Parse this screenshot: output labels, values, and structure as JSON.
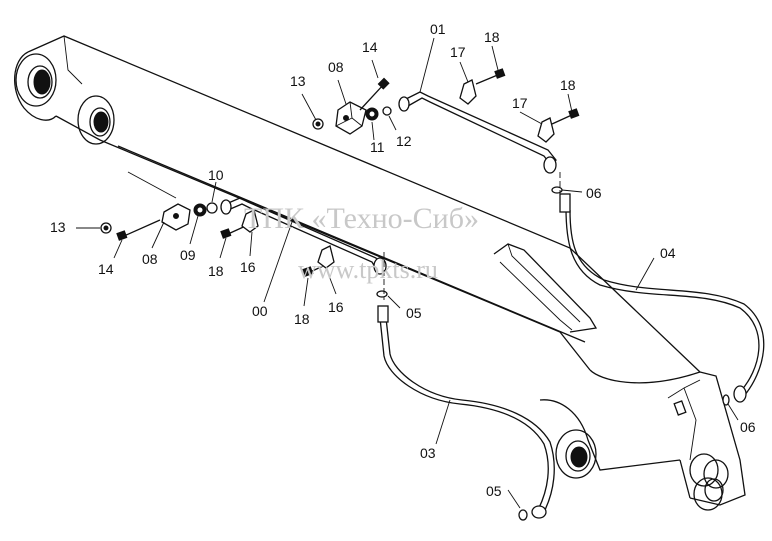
{
  "watermark": {
    "line1": "ТПК «Техно-Сиб»",
    "line2": "www.tpkts.ru"
  },
  "labels": {
    "l00": "00",
    "l01": "01",
    "l03": "03",
    "l04": "04",
    "l05a": "05",
    "l05b": "05",
    "l06a": "06",
    "l06b": "06",
    "l08a": "08",
    "l08b": "08",
    "l09": "09",
    "l10": "10",
    "l11": "11",
    "l12": "12",
    "l13a": "13",
    "l13b": "13",
    "l14a": "14",
    "l14b": "14",
    "l16a": "16",
    "l16b": "16",
    "l17a": "17",
    "l17b": "17",
    "l18a": "18",
    "l18b": "18",
    "l18c": "18",
    "l18d": "18"
  }
}
